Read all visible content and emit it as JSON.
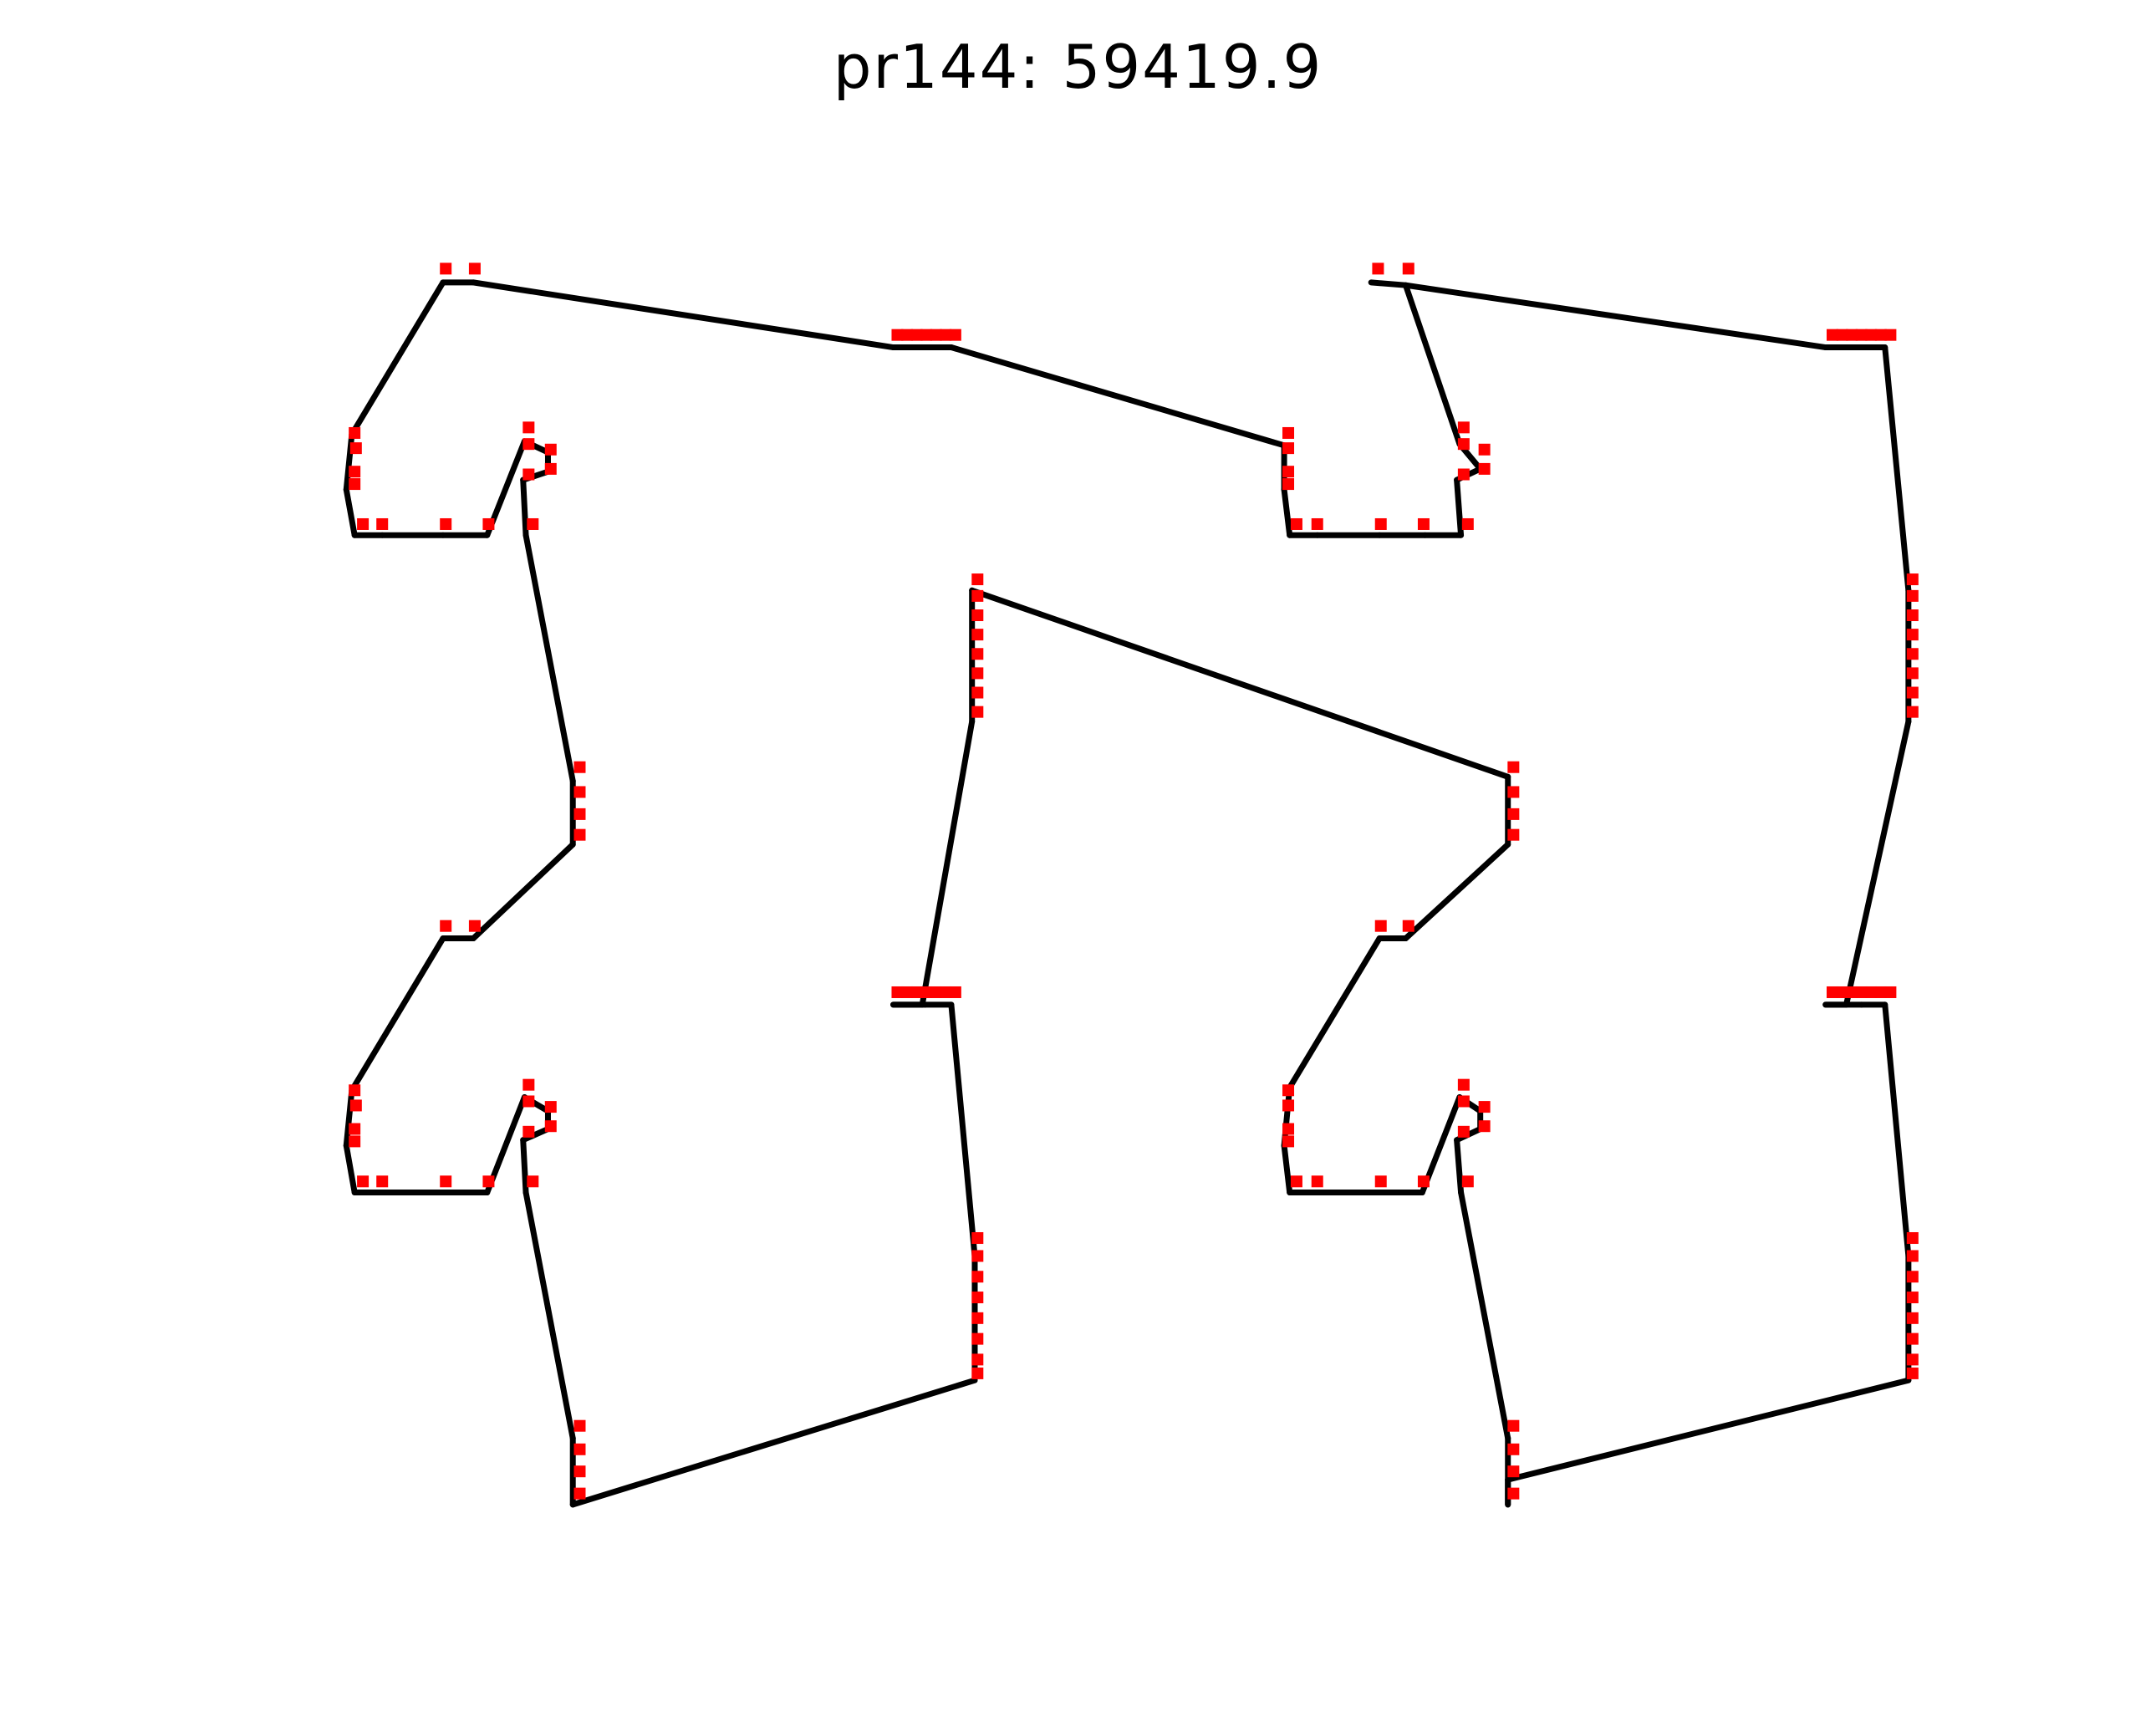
{
  "chart_data": {
    "type": "scatter",
    "title": "pr144: 59419.9",
    "xlabel": "",
    "ylabel": "",
    "axes_visible": false,
    "grid": false,
    "legend": "none",
    "colors": {
      "route": "#000000",
      "points": "#ff0000"
    },
    "xlim": [
      200,
      1580
    ],
    "ylim": [
      1170,
      130
    ],
    "route": [
      [
        993,
        205
      ],
      [
        1018,
        207
      ],
      [
        1057,
        322
      ],
      [
        1072,
        340
      ],
      [
        1055,
        348
      ],
      [
        1058,
        388
      ],
      [
        1032,
        388
      ],
      [
        999,
        388
      ],
      [
        954,
        388
      ],
      [
        934,
        388
      ],
      [
        930,
        355
      ],
      [
        930,
        323
      ],
      [
        689,
        252
      ],
      [
        670,
        252
      ],
      [
        647,
        252
      ],
      [
        343,
        205
      ],
      [
        321,
        205
      ],
      [
        255,
        315
      ],
      [
        251,
        355
      ],
      [
        257,
        388
      ],
      [
        277,
        388
      ],
      [
        321,
        388
      ],
      [
        353,
        388
      ],
      [
        380,
        320
      ],
      [
        397,
        328
      ],
      [
        397,
        342
      ],
      [
        379,
        348
      ],
      [
        381,
        388
      ],
      [
        415,
        566
      ],
      [
        415,
        612
      ],
      [
        343,
        680
      ],
      [
        321,
        680
      ],
      [
        255,
        790
      ],
      [
        251,
        830
      ],
      [
        257,
        864
      ],
      [
        277,
        864
      ],
      [
        321,
        864
      ],
      [
        353,
        864
      ],
      [
        380,
        795
      ],
      [
        397,
        805
      ],
      [
        397,
        818
      ],
      [
        379,
        826
      ],
      [
        381,
        864
      ],
      [
        415,
        1042
      ],
      [
        415,
        1090
      ],
      [
        706,
        1000
      ],
      [
        706,
        910
      ],
      [
        689,
        728
      ],
      [
        670,
        728
      ],
      [
        647,
        728
      ],
      [
        668,
        728
      ],
      [
        704,
        523
      ],
      [
        704,
        428
      ],
      [
        1092,
        563
      ],
      [
        1092,
        612
      ],
      [
        1018,
        680
      ],
      [
        999,
        680
      ],
      [
        934,
        788
      ],
      [
        930,
        830
      ],
      [
        934,
        864
      ],
      [
        954,
        864
      ],
      [
        999,
        864
      ],
      [
        1030,
        864
      ],
      [
        1057,
        795
      ],
      [
        1072,
        805
      ],
      [
        1072,
        818
      ],
      [
        1055,
        826
      ],
      [
        1058,
        864
      ],
      [
        1092,
        1042
      ],
      [
        1092,
        1090
      ],
      [
        1092,
        1072
      ],
      [
        1382,
        1000
      ],
      [
        1382,
        910
      ],
      [
        1365,
        728
      ],
      [
        1348,
        728
      ],
      [
        1322,
        728
      ],
      [
        1337,
        728
      ],
      [
        1382,
        523
      ],
      [
        1382,
        428
      ],
      [
        1365,
        252
      ],
      [
        1348,
        252
      ],
      [
        1322,
        252
      ],
      [
        1018,
        207
      ]
    ],
    "points": [
      [
        323,
        195
      ],
      [
        344,
        195
      ],
      [
        257,
        314
      ],
      [
        258,
        325
      ],
      [
        257,
        342
      ],
      [
        257,
        351
      ],
      [
        263,
        380
      ],
      [
        277,
        380
      ],
      [
        323,
        380
      ],
      [
        354,
        380
      ],
      [
        383,
        310
      ],
      [
        383,
        322
      ],
      [
        383,
        344
      ],
      [
        386,
        380
      ],
      [
        399,
        326
      ],
      [
        399,
        340
      ],
      [
        650,
        243
      ],
      [
        657,
        243
      ],
      [
        664,
        243
      ],
      [
        671,
        243
      ],
      [
        678,
        243
      ],
      [
        685,
        243
      ],
      [
        692,
        243
      ],
      [
        933,
        314
      ],
      [
        933,
        325
      ],
      [
        933,
        342
      ],
      [
        933,
        351
      ],
      [
        939,
        380
      ],
      [
        954,
        380
      ],
      [
        1000,
        380
      ],
      [
        1031,
        380
      ],
      [
        998,
        195
      ],
      [
        1020,
        195
      ],
      [
        1060,
        310
      ],
      [
        1060,
        322
      ],
      [
        1060,
        344
      ],
      [
        1063,
        380
      ],
      [
        1075,
        326
      ],
      [
        1075,
        340
      ],
      [
        1327,
        243
      ],
      [
        1334,
        243
      ],
      [
        1341,
        243
      ],
      [
        1348,
        243
      ],
      [
        1355,
        243
      ],
      [
        1362,
        243
      ],
      [
        1369,
        243
      ],
      [
        708,
        420
      ],
      [
        708,
        432
      ],
      [
        708,
        446
      ],
      [
        708,
        460
      ],
      [
        708,
        474
      ],
      [
        708,
        488
      ],
      [
        708,
        502
      ],
      [
        708,
        516
      ],
      [
        1385,
        420
      ],
      [
        1385,
        432
      ],
      [
        1385,
        446
      ],
      [
        1385,
        460
      ],
      [
        1385,
        474
      ],
      [
        1385,
        488
      ],
      [
        1385,
        502
      ],
      [
        1385,
        516
      ],
      [
        420,
        556
      ],
      [
        420,
        574
      ],
      [
        420,
        590
      ],
      [
        420,
        605
      ],
      [
        1096,
        556
      ],
      [
        1096,
        574
      ],
      [
        1096,
        590
      ],
      [
        1096,
        605
      ],
      [
        323,
        671
      ],
      [
        344,
        671
      ],
      [
        1000,
        671
      ],
      [
        1020,
        671
      ],
      [
        650,
        719
      ],
      [
        657,
        719
      ],
      [
        664,
        719
      ],
      [
        671,
        719
      ],
      [
        678,
        719
      ],
      [
        685,
        719
      ],
      [
        692,
        719
      ],
      [
        1327,
        719
      ],
      [
        1334,
        719
      ],
      [
        1341,
        719
      ],
      [
        1348,
        719
      ],
      [
        1355,
        719
      ],
      [
        1362,
        719
      ],
      [
        1369,
        719
      ],
      [
        257,
        790
      ],
      [
        258,
        801
      ],
      [
        257,
        818
      ],
      [
        257,
        827
      ],
      [
        263,
        856
      ],
      [
        277,
        856
      ],
      [
        323,
        856
      ],
      [
        354,
        856
      ],
      [
        383,
        786
      ],
      [
        383,
        798
      ],
      [
        383,
        820
      ],
      [
        386,
        856
      ],
      [
        399,
        802
      ],
      [
        399,
        816
      ],
      [
        933,
        790
      ],
      [
        933,
        801
      ],
      [
        933,
        818
      ],
      [
        933,
        827
      ],
      [
        939,
        856
      ],
      [
        954,
        856
      ],
      [
        1000,
        856
      ],
      [
        1031,
        856
      ],
      [
        1060,
        786
      ],
      [
        1060,
        798
      ],
      [
        1060,
        820
      ],
      [
        1063,
        856
      ],
      [
        1075,
        802
      ],
      [
        1075,
        816
      ],
      [
        708,
        897
      ],
      [
        708,
        910
      ],
      [
        708,
        925
      ],
      [
        708,
        940
      ],
      [
        708,
        955
      ],
      [
        708,
        970
      ],
      [
        708,
        985
      ],
      [
        708,
        995
      ],
      [
        1385,
        897
      ],
      [
        1385,
        910
      ],
      [
        1385,
        925
      ],
      [
        1385,
        940
      ],
      [
        1385,
        955
      ],
      [
        1385,
        970
      ],
      [
        1385,
        985
      ],
      [
        1385,
        995
      ],
      [
        420,
        1033
      ],
      [
        420,
        1050
      ],
      [
        420,
        1066
      ],
      [
        420,
        1082
      ],
      [
        1096,
        1033
      ],
      [
        1096,
        1050
      ],
      [
        1096,
        1066
      ],
      [
        1096,
        1082
      ]
    ]
  }
}
